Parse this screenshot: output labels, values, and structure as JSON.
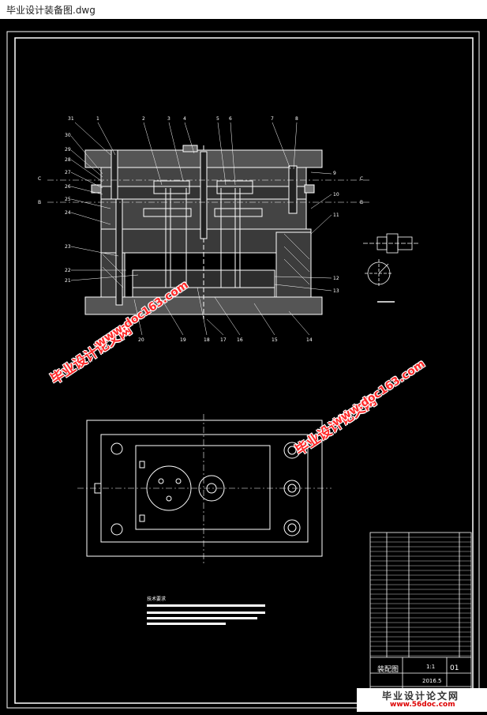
{
  "window": {
    "title": "毕业设计装备图.dwg"
  },
  "balloons_top": [
    "31",
    "1",
    "2",
    "3",
    "4",
    "5",
    "6",
    "7",
    "8"
  ],
  "balloons_left": [
    "30",
    "29",
    "28",
    "27",
    "26",
    "25",
    "24",
    "23",
    "22",
    "21"
  ],
  "balloons_right": [
    "9",
    "10",
    "11",
    "12",
    "13"
  ],
  "balloons_bottom": [
    "20",
    "19",
    "18",
    "17",
    "16",
    "15",
    "14"
  ],
  "section_markers": {
    "left_upper": "C",
    "left_lower": "B",
    "right_upper": "C",
    "right_lower": "B"
  },
  "notes": {
    "heading": "技术要求"
  },
  "title_block": {
    "drawing_title": "装配图",
    "drawing_no": "01",
    "scale": "1:1",
    "date": "2016.5"
  },
  "watermarks": [
    {
      "cn": "毕业设计论文网",
      "url": "www.doc163.com"
    },
    {
      "cn": "毕业设计论文网",
      "url": "www.doc163.com"
    }
  ],
  "footer_logo": {
    "cn": "毕业设计论文网",
    "url": "www.56doc.com"
  },
  "colors": {
    "background": "#000000",
    "line": "#ffffff",
    "watermark": "#ff2a2a"
  }
}
